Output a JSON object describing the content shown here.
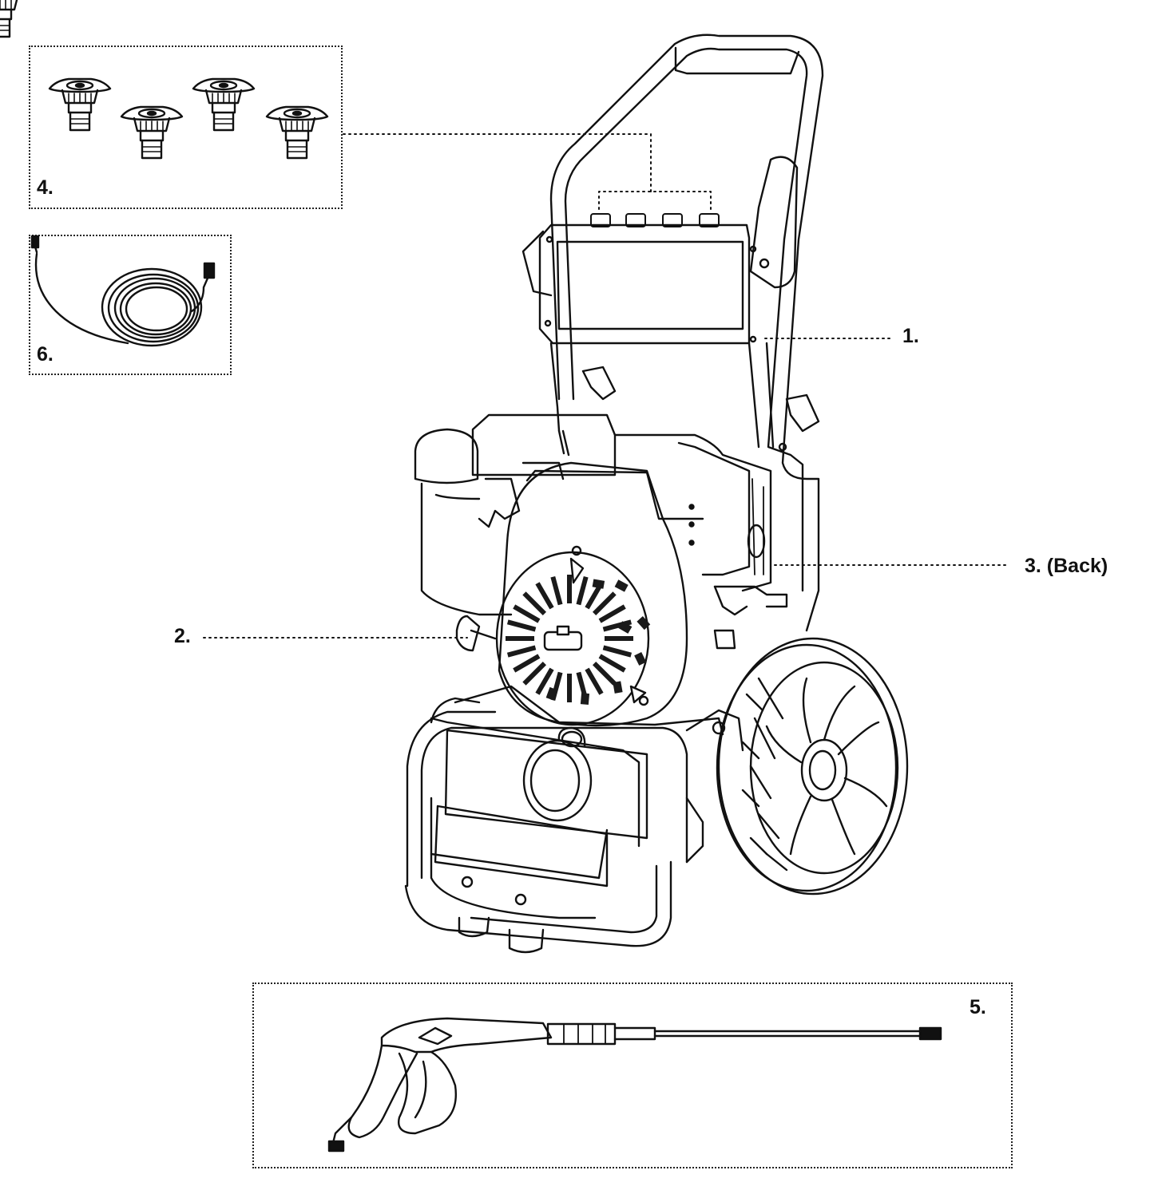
{
  "callouts": {
    "c1": "1.",
    "c2": "2.",
    "c3": "3. (Back)",
    "c4": "4.",
    "c5": "5.",
    "c6": "6."
  },
  "colors": {
    "ink": "#111111",
    "fill_dark": "#1a1a1a",
    "background": "#ffffff"
  }
}
